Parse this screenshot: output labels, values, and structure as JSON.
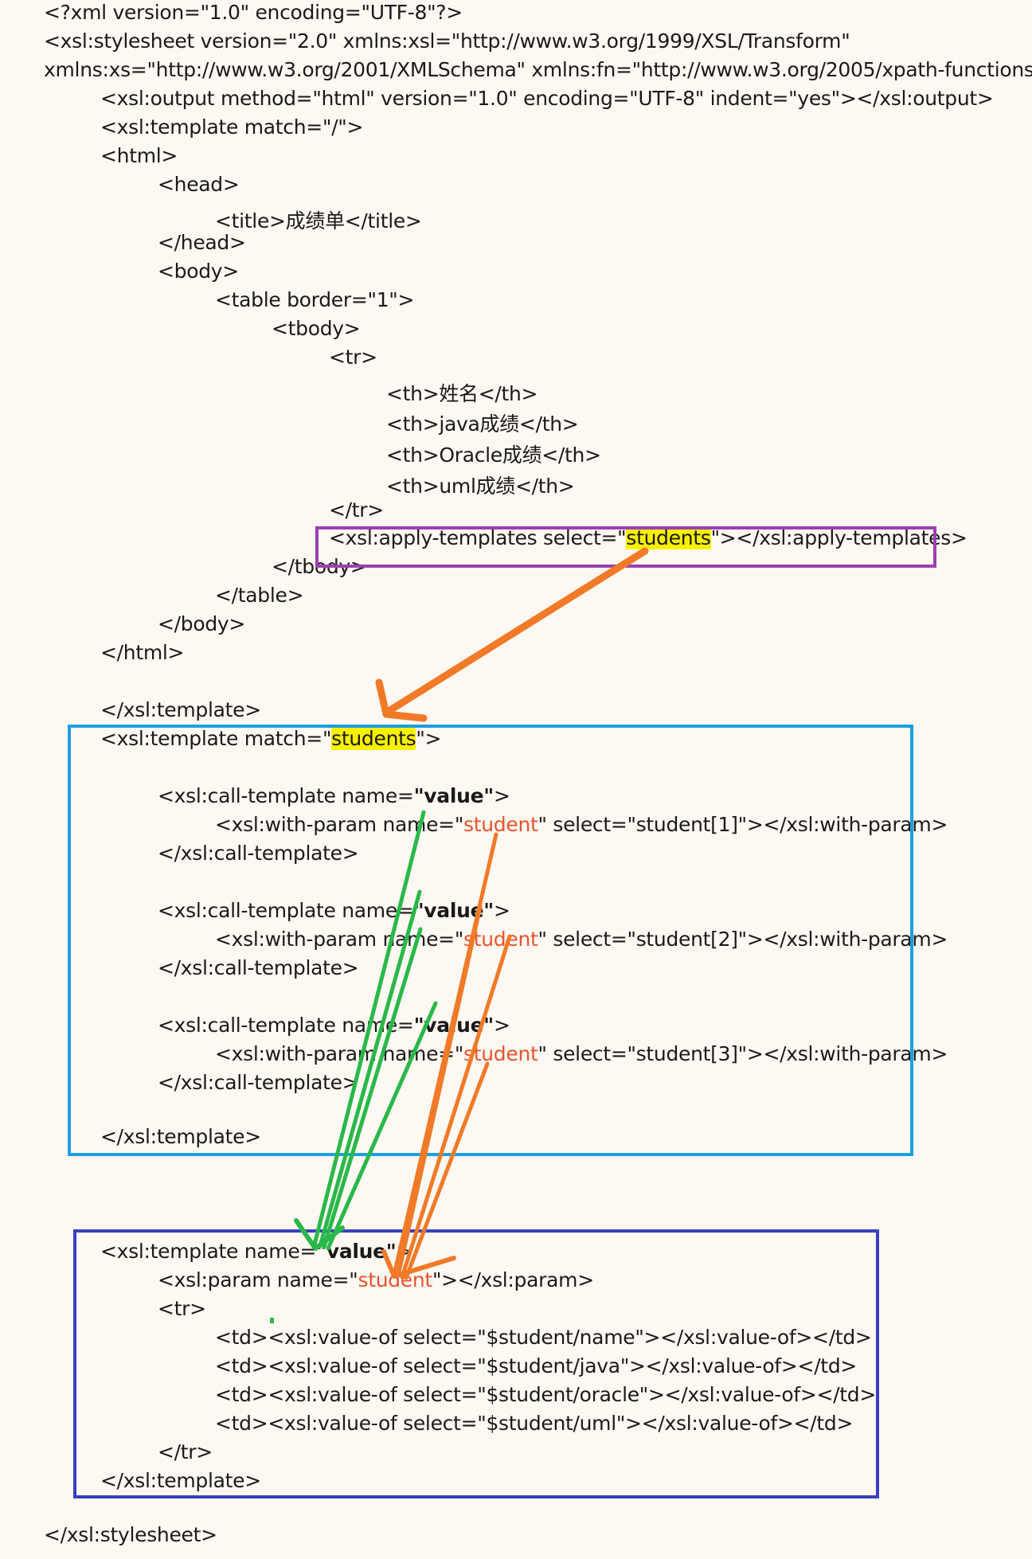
{
  "lines": [
    "<?xml version=\"1.0\" encoding=\"UTF-8\"?>",
    "<xsl:stylesheet version=\"2.0\" xmlns:xsl=\"http://www.w3.org/1999/XSL/Transform\"",
    "xmlns:xs=\"http://www.w3.org/2001/XMLSchema\" xmlns:fn=\"http://www.w3.org/2005/xpath-functions",
    "<xsl:output method=\"html\" version=\"1.0\" encoding=\"UTF-8\" indent=\"yes\"></xsl:output>",
    "<xsl:template match=\"/\">",
    "<html>",
    "<head>",
    "<title>成绩单</title>",
    "</head>",
    "<body>",
    "<table border=\"1\">",
    "<tbody>",
    "<tr>",
    "<th>姓名</th>",
    "<th>java成绩</th>",
    "<th>Oracle成绩</th>",
    "<th>uml成绩</th>",
    "</tr>",
    "</tbody>",
    "</table>",
    "</body>",
    "</html>",
    "</xsl:template>",
    "</xsl:call-template>",
    "</xsl:call-template>",
    "</xsl:call-template>",
    "</xsl:template>",
    "<tr>",
    "<td><xsl:value-of select=\"$student/name\"></xsl:value-of></td>",
    "<td><xsl:value-of select=\"$student/java\"></xsl:value-of></td>",
    "<td><xsl:value-of select=\"$student/oracle\"></xsl:value-of></td>",
    "<td><xsl:value-of select=\"$student/uml\"></xsl:value-of></td>",
    "</tr>",
    "</xsl:template>",
    "</xsl:stylesheet>"
  ],
  "apply": {
    "pre": "<xsl:apply-templates select=\"",
    "hl": "students",
    "post": "\"></xsl:apply-templates>"
  },
  "tmatch": {
    "pre": "<xsl:template match=\"",
    "hl": "students",
    "post": "\">"
  },
  "calls": [
    {
      "pre": "<xsl:call-template name=",
      "name": "\"value\"",
      "post": ">"
    },
    {
      "pre": "<xsl:call-template name=",
      "name": "\"value\"",
      "post": ">"
    },
    {
      "pre": "<xsl:call-template name=",
      "name": "\"value\"",
      "post": ">"
    }
  ],
  "params": [
    {
      "pre": "<xsl:with-param name=\"",
      "red": "student",
      "post": "\" select=\"student[1]\"></xsl:with-param>"
    },
    {
      "pre": "<xsl:with-param name=\"",
      "red": "student",
      "post": "\" select=\"student[2]\"></xsl:with-param>"
    },
    {
      "pre": "<xsl:with-param name=\"",
      "red": "student",
      "post": "\" select=\"student[3]\"></xsl:with-param>"
    }
  ],
  "tname": {
    "pre": "<xsl:template name=",
    "name": "\"value\"",
    "post": ">"
  },
  "pdecl": {
    "pre": "<xsl:param name=\"",
    "red": "student",
    "post": "\"></xsl:param>"
  },
  "colors": {
    "background": "#fdf8f2",
    "purple_box": "#9b3fb0",
    "cyan_box": "#1aa0e0",
    "blue_box": "#3a3fc0",
    "orange_arrow": "#f07a28",
    "green_arrow": "#2ab84a",
    "highlight": "#f7f000",
    "param_name": "#e8542c"
  }
}
